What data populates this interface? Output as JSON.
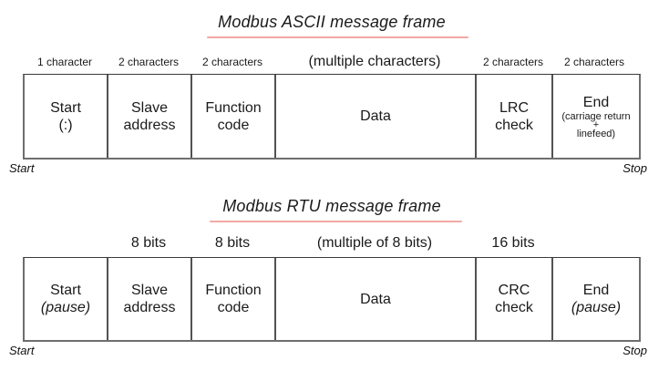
{
  "colors": {
    "title_underline": "#f2a8a4",
    "frame_border": "#6e6e6e",
    "text": "#1a1a1a",
    "background": "#ffffff"
  },
  "ascii": {
    "title": "Modbus ASCII message frame",
    "headers": [
      "1 character",
      "2 characters",
      "2 characters",
      "(multiple characters)",
      "2 characters",
      "2 characters"
    ],
    "boxes": {
      "start": {
        "l1": "Start",
        "l2": "(:)"
      },
      "slave": {
        "l1": "Slave",
        "l2": "address"
      },
      "function": {
        "l1": "Function",
        "l2": "code"
      },
      "data": {
        "l1": "Data"
      },
      "lrc": {
        "l1": "LRC",
        "l2": "check"
      },
      "end": {
        "l1": "End",
        "sub1": "(carriage return",
        "sub2": "+",
        "sub3": "linefeed)"
      }
    },
    "start_marker": "Start",
    "stop_marker": "Stop"
  },
  "rtu": {
    "title": "Modbus RTU message frame",
    "headers": [
      "",
      "8 bits",
      "8 bits",
      "(multiple of 8 bits)",
      "16 bits",
      ""
    ],
    "boxes": {
      "start": {
        "l1": "Start",
        "l2": "(pause)"
      },
      "slave": {
        "l1": "Slave",
        "l2": "address"
      },
      "function": {
        "l1": "Function",
        "l2": "code"
      },
      "data": {
        "l1": "Data"
      },
      "crc": {
        "l1": "CRC",
        "l2": "check"
      },
      "end": {
        "l1": "End",
        "l2": "(pause)"
      }
    },
    "start_marker": "Start",
    "stop_marker": "Stop"
  }
}
